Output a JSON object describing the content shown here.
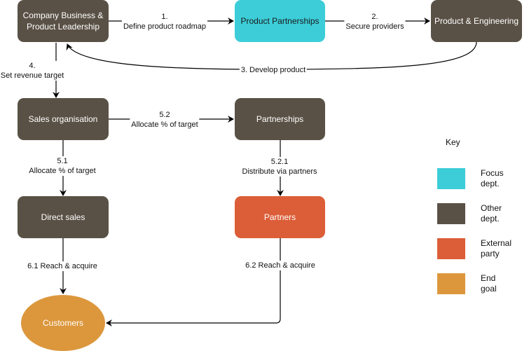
{
  "nodes": {
    "leadership": "Company Business & Product Leadership",
    "product_partnerships": "Product Partnerships",
    "product_engineering": "Product & Engineering",
    "sales_org": "Sales organisation",
    "partnerships": "Partnerships",
    "direct_sales": "Direct sales",
    "partners": "Partners",
    "customers": "Customers"
  },
  "edges": {
    "e1_num": "1.",
    "e1_text": "Define product roadmap",
    "e2_num": "2.",
    "e2_text": "Secure providers",
    "e3_text": "3. Develop product",
    "e4_num": "4.",
    "e4_text": "Set revenue target",
    "e52_num": "5.2",
    "e52_text": "Allocate % of target",
    "e51_num": "5.1",
    "e51_text": "Allocate % of target",
    "e521_num": "5.2.1",
    "e521_text": "Distribute via partners",
    "e61_text": "6.1 Reach & acquire",
    "e62_text": "6.2 Reach & acquire"
  },
  "key": {
    "title": "Key",
    "items": [
      {
        "label_1": "Focus",
        "label_2": "dept.",
        "color": "#3ccdd8"
      },
      {
        "label_1": "Other",
        "label_2": "dept.",
        "color": "#5a5146"
      },
      {
        "label_1": "External",
        "label_2": "party",
        "color": "#db5e38"
      },
      {
        "label_1": "End",
        "label_2": "goal",
        "color": "#dc973c"
      }
    ]
  }
}
